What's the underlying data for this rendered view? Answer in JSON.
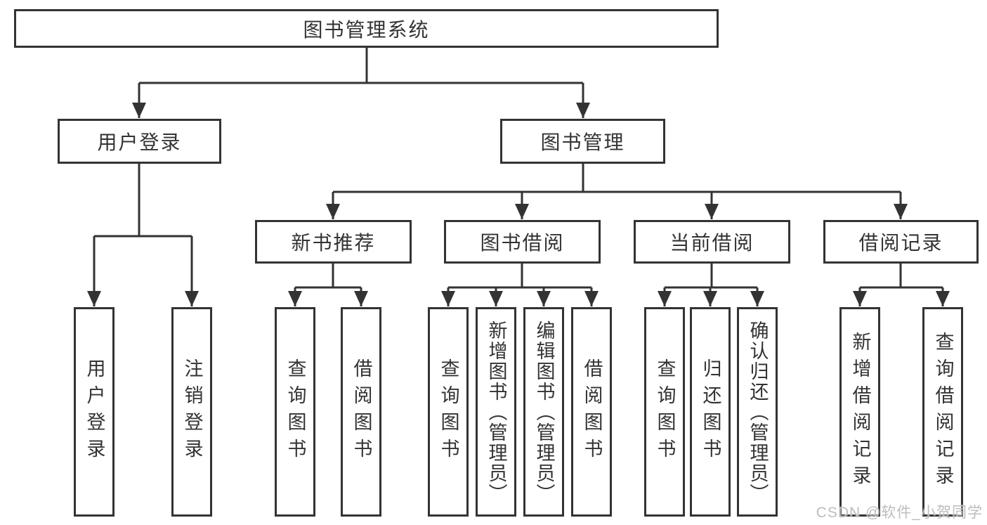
{
  "diagram": {
    "root": "图书管理系统",
    "user_login": {
      "label": "用户登录",
      "children": [
        "用户登录",
        "注销登录"
      ]
    },
    "book_management": {
      "label": "图书管理",
      "sections": [
        {
          "label": "新书推荐",
          "children": [
            "查询图书",
            "借阅图书"
          ]
        },
        {
          "label": "图书借阅",
          "children": [
            "查询图书",
            "新增图书（管理员）",
            "编辑图书（管理员）",
            "借阅图书"
          ]
        },
        {
          "label": "当前借阅",
          "children": [
            "查询图书",
            "归还图书",
            "确认归还（管理员）"
          ]
        },
        {
          "label": "借阅记录",
          "children": [
            "新增借阅记录",
            "查询借阅记录"
          ]
        }
      ]
    }
  },
  "watermark": "CSDN @软件_小贺同学",
  "colors": {
    "line": "#333333",
    "text": "#333333",
    "background": "#ffffff",
    "watermark": "#b9b9b9"
  }
}
